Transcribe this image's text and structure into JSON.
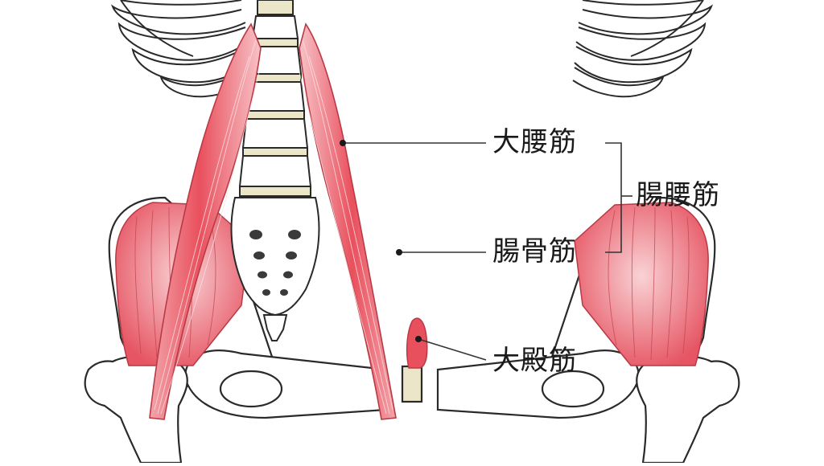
{
  "labels": {
    "psoas_major": "大腰筋",
    "iliacus": "腸骨筋",
    "iliopsoas": "腸腰筋",
    "gluteus_maximus": "大殿筋"
  },
  "colors": {
    "muscle_fill": "#ef6f78",
    "muscle_light": "#f8c6ca",
    "muscle_stroke": "#b83a45",
    "bone_fill": "#ffffff",
    "bone_stroke": "#2a2a2a",
    "disc_fill": "#ece6c8",
    "leader_line": "#333333"
  }
}
